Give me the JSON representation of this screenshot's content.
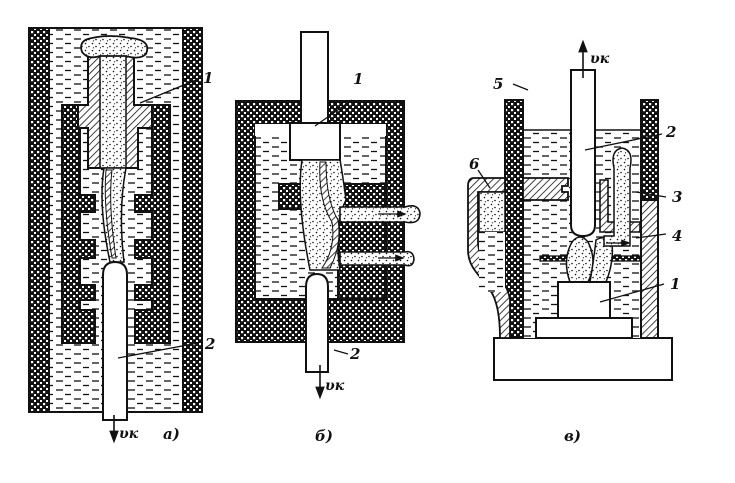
{
  "figures": [
    {
      "caption": "а)",
      "velocity_label": "υк",
      "velocity_direction": "down",
      "callouts": [
        "1",
        "2"
      ]
    },
    {
      "caption": "б)",
      "velocity_label": "υк",
      "velocity_direction": "down",
      "callouts": [
        "1",
        "2"
      ]
    },
    {
      "caption": "в)",
      "velocity_label": "υк",
      "velocity_direction": "up",
      "callouts": [
        "1",
        "2",
        "3",
        "4",
        "5",
        "6"
      ]
    }
  ],
  "colors": {
    "ink": "#111111",
    "paper": "#ffffff"
  }
}
